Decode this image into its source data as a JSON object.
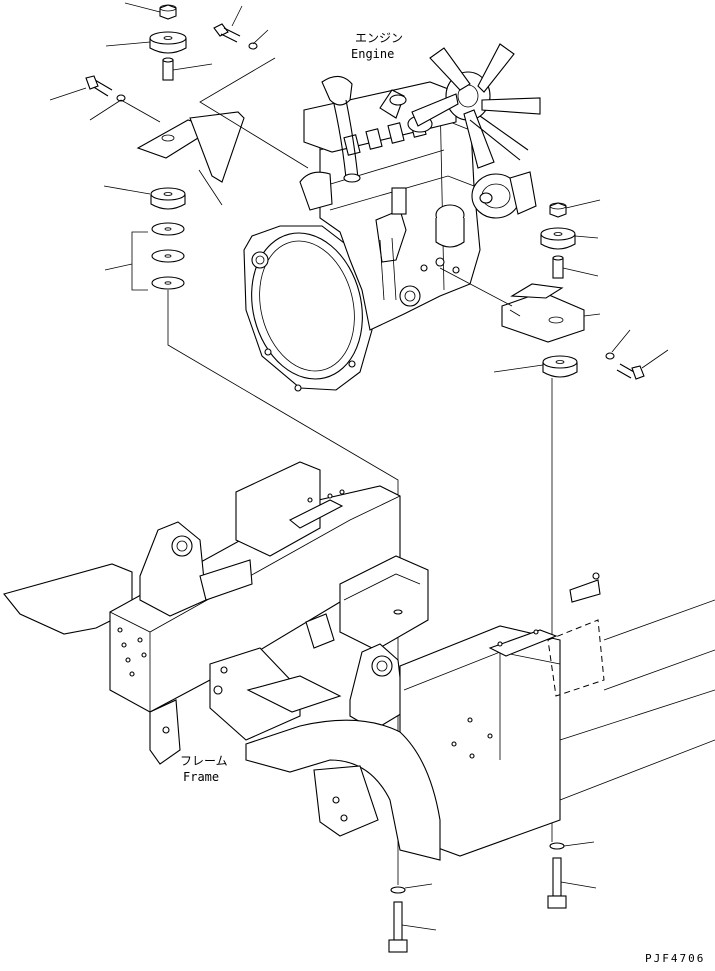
{
  "labels": {
    "engine_jp": "エンジン",
    "engine_en": "Engine",
    "frame_jp": "フレーム",
    "frame_en": "Frame",
    "drawing_code": "PJF4706"
  }
}
